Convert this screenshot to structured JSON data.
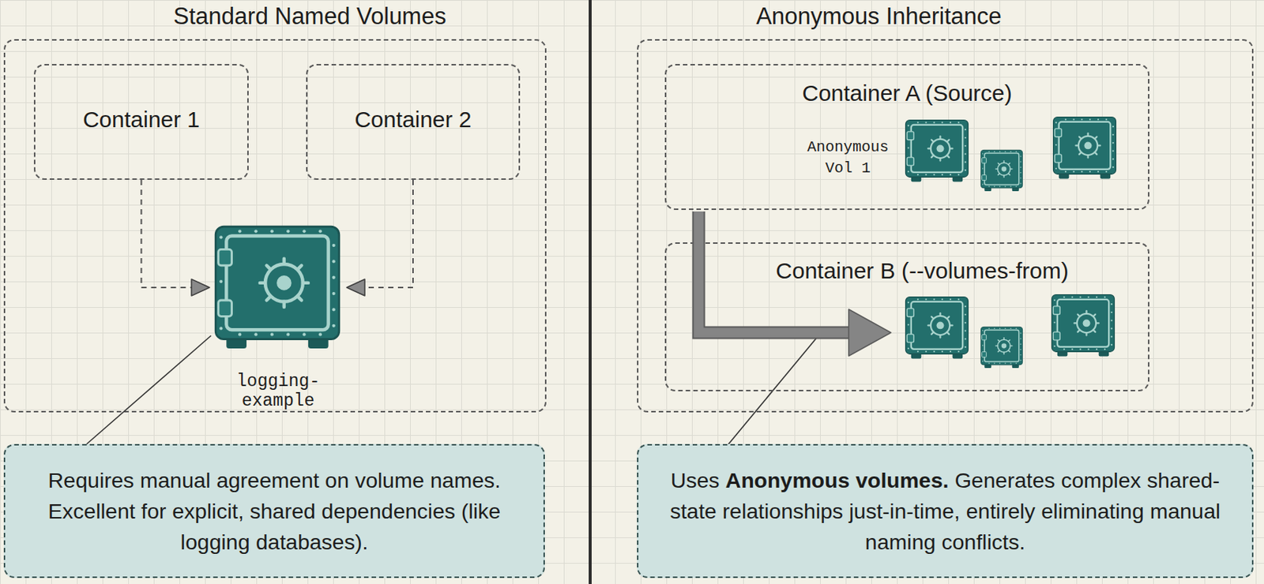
{
  "diagram": {
    "nodes": [
      {
        "text": [
          "Standard Named Volumes"
        ]
      },
      {
        "text": [
          "Container 1"
        ],
        "in": 0
      },
      {
        "text": [
          "Container 2"
        ],
        "in": 0
      },
      {
        "text": [
          "logging-example"
        ],
        "in": 0
      },
      {
        "text": [
          "Requires manual agreement on volume names. Excellent for explicit, shared dependencies (like logging databases)."
        ]
      },
      {
        "text": [
          "Anonymous Inheritance"
        ]
      },
      {
        "text": [
          "Container A (Source)"
        ],
        "in": 5
      },
      {
        "text": [
          "Container B (--volumes-from)"
        ],
        "in": 5
      },
      {
        "text": [
          "Uses",
          "Anonymous volumes.",
          "Generates complex shared-state relationships just-in-time, entirely eliminating manual naming conflicts."
        ]
      }
    ],
    "edges": [
      {
        "from": 1,
        "to": 3,
        "arrow": "to"
      },
      {
        "from": 2,
        "to": 3,
        "arrow": "to"
      },
      {
        "from": 4,
        "to": 3,
        "arrow": "none"
      },
      {
        "from": 6,
        "to": 7,
        "arrow": "to"
      }
    ],
    "labels": [
      "Anonymous Vol 1"
    ]
  }
}
